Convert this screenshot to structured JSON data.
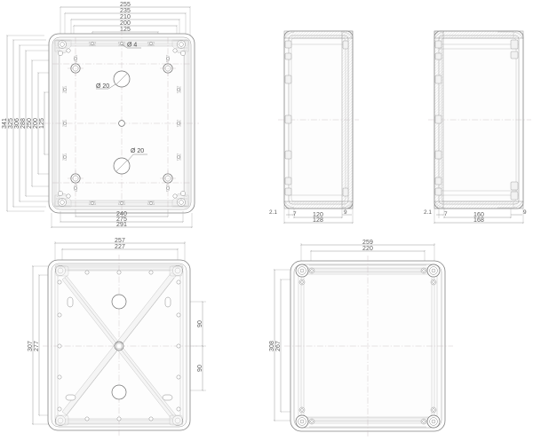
{
  "drawing": {
    "title": "Enclosure technical drawing",
    "units": "mm",
    "line_color": "#7a7a7a",
    "dim_color": "#5b5b5b",
    "center_color": "#c4b9bd",
    "background": "#ffffff"
  },
  "views": {
    "top_left": {
      "name": "base-plan-view",
      "top_dims": [
        "255",
        "235",
        "210",
        "200",
        "125"
      ],
      "left_dims": [
        "341",
        "325",
        "306",
        "288",
        "250",
        "200",
        "125"
      ],
      "bottom_dims": [
        "240",
        "275",
        "291"
      ],
      "notes": [
        {
          "label": "Ø 4",
          "name": "diameter-4-note"
        },
        {
          "label": "Ø 20",
          "name": "diameter-20-note-upper"
        },
        {
          "label": "Ø 20",
          "name": "diameter-20-note-lower"
        }
      ]
    },
    "top_mid": {
      "name": "side-elevation-view-a",
      "bottom_dims": [
        "2.1",
        "7",
        "120",
        "9"
      ],
      "overall_dim": "128"
    },
    "top_right": {
      "name": "side-elevation-view-b",
      "bottom_dims": [
        "2.1",
        "7",
        "160",
        "9"
      ],
      "overall_dim": "168"
    },
    "bottom_left": {
      "name": "lid-underside-view",
      "top_dims": [
        "257",
        "227"
      ],
      "left_dims": [
        "307",
        "277"
      ],
      "right_dims": [
        "90",
        "90"
      ]
    },
    "bottom_right": {
      "name": "lid-top-view",
      "top_dims": [
        "259",
        "220"
      ],
      "left_dims": [
        "308",
        "267"
      ]
    }
  }
}
